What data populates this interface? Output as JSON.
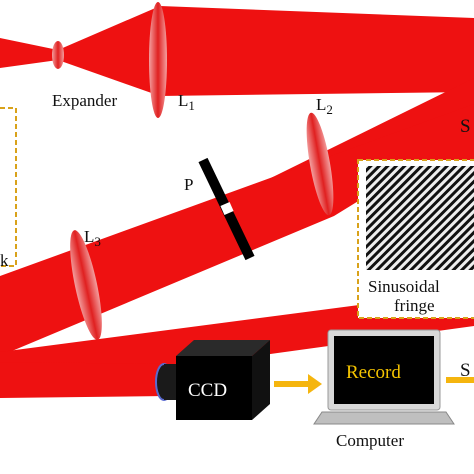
{
  "labels": {
    "expander": "Expander",
    "l1": "L",
    "l1_sub": "1",
    "l2": "L",
    "l2_sub": "2",
    "l3": "L",
    "l3_sub": "3",
    "p": "P",
    "s_top_right": "S",
    "s_bottom_right": "S",
    "k_left": "k",
    "ccd": "CCD",
    "record": "Record",
    "computer": "Computer",
    "fringe_line1": "Sinusoidal",
    "fringe_line2": "fringe"
  },
  "colors": {
    "beam": "#ee1111",
    "lens": "#e53030",
    "arrow": "#f5b50e",
    "dashed_box": "#d9a21a",
    "record_text": "#f5c400"
  },
  "icons": {
    "camera": "ccd-camera-icon",
    "laptop": "laptop-icon",
    "arrow": "arrow-right-icon"
  }
}
